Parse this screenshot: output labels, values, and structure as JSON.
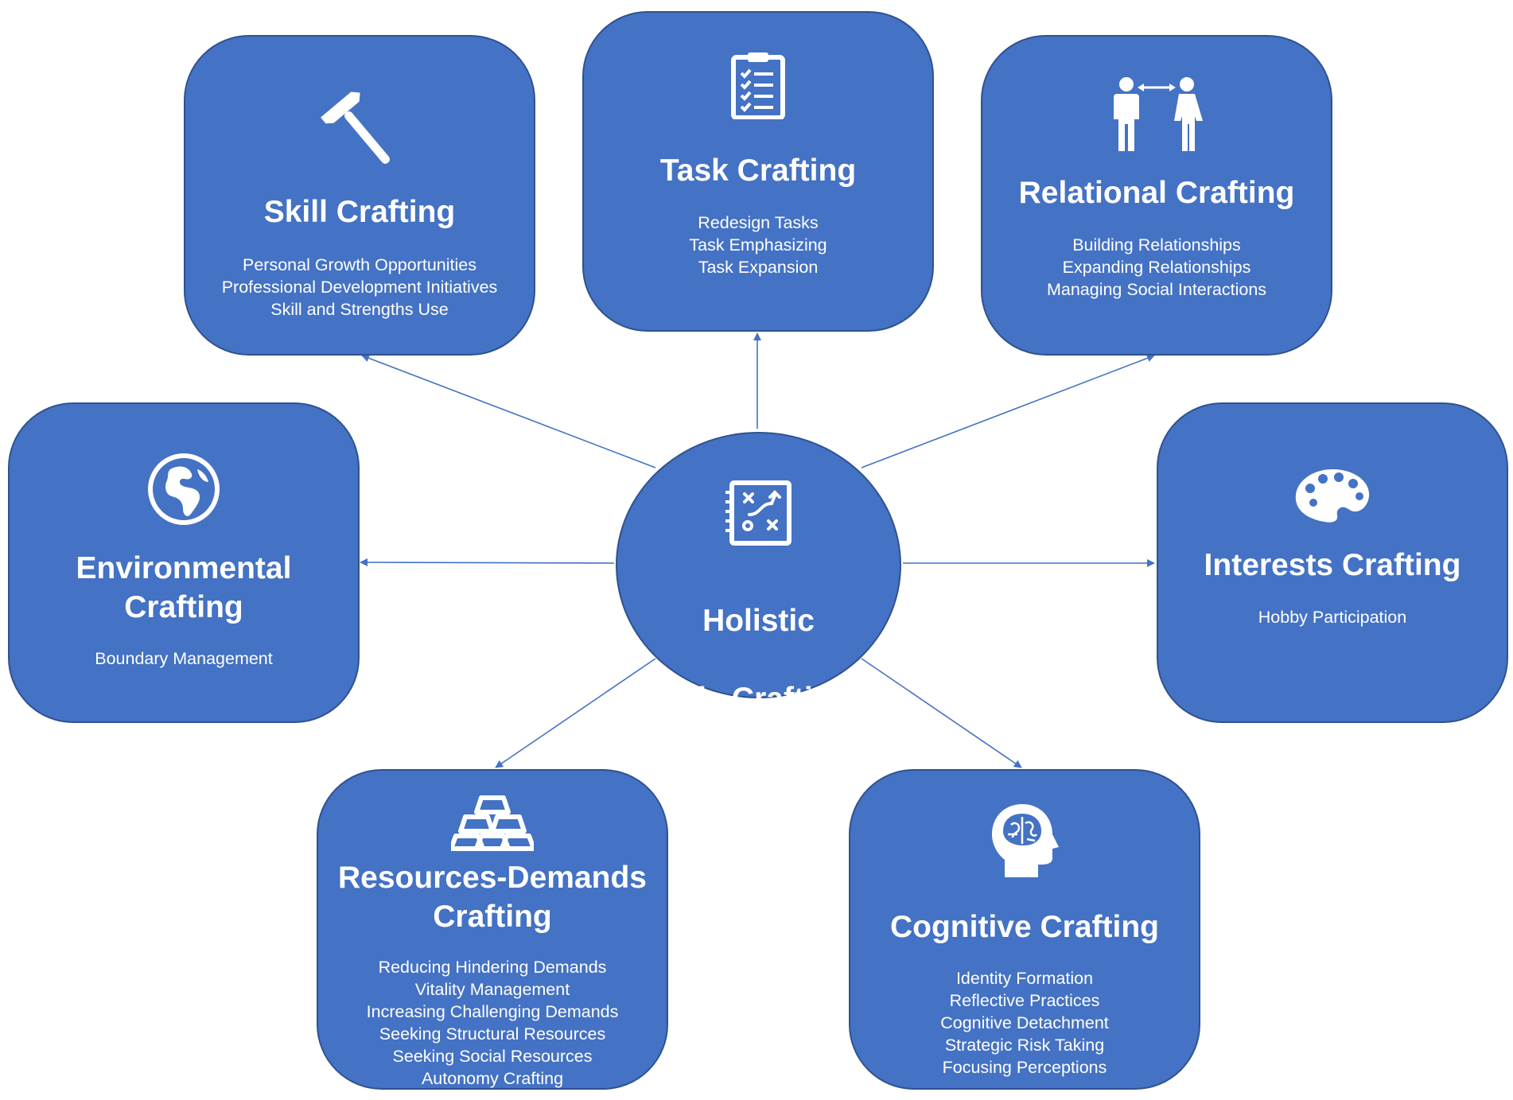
{
  "hub": {
    "title_line1": "Holistic",
    "title_line2": "Life-Crafting",
    "icon": "strategy-board-icon"
  },
  "nodes": {
    "skill": {
      "title": "Skill Crafting",
      "icon": "hammer-icon",
      "items": [
        "Personal Growth Opportunities",
        "Professional Development Initiatives",
        "Skill and Strengths Use"
      ]
    },
    "task": {
      "title": "Task Crafting",
      "icon": "clipboard-checklist-icon",
      "items": [
        "Redesign Tasks",
        "Task Emphasizing",
        "Task Expansion"
      ]
    },
    "relational": {
      "title": "Relational Crafting",
      "icon": "people-interaction-icon",
      "items": [
        "Building Relationships",
        "Expanding Relationships",
        "Managing Social Interactions"
      ]
    },
    "environmental": {
      "title": "Environmental\nCrafting",
      "icon": "globe-icon",
      "items": [
        "Boundary Management"
      ]
    },
    "interests": {
      "title": "Interests Crafting",
      "icon": "paint-palette-icon",
      "items": [
        "Hobby Participation"
      ]
    },
    "resources": {
      "title": "Resources-Demands\nCrafting",
      "icon": "gold-bars-icon",
      "items": [
        "Reducing Hindering Demands",
        "Vitality Management",
        "Increasing Challenging Demands",
        "Seeking Structural Resources",
        "Seeking Social Resources",
        "Autonomy Crafting"
      ]
    },
    "cognitive": {
      "title": "Cognitive Crafting",
      "icon": "brain-head-icon",
      "items": [
        "Identity Formation",
        "Reflective Practices",
        "Cognitive Detachment",
        "Strategic Risk Taking",
        "Focusing Perceptions"
      ]
    }
  },
  "colors": {
    "box_fill": "#4472C4",
    "box_border": "#2F528F",
    "connector": "#4472C4",
    "text": "#FFFFFF"
  }
}
